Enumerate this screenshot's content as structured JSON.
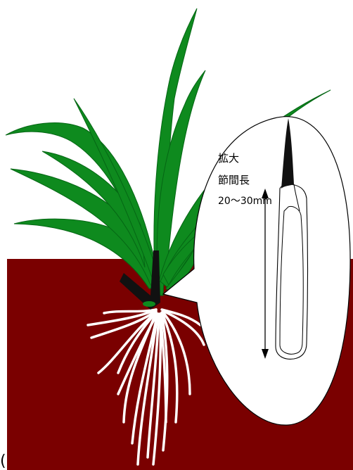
{
  "colors": {
    "soil": "#7a0000",
    "leaf": "#0e8a1e",
    "leaf_outline": "#056614",
    "root": "#ffffff",
    "node": "#111111",
    "callout_fill": "#ffffff",
    "callout_stroke": "#000000",
    "background": "#ffffff"
  },
  "callout": {
    "line1": "拡大",
    "line2": "節間長",
    "measure": "20～30mm"
  },
  "corner_mark": "(",
  "icons": {
    "length_arrow": "double-headed-arrow-icon",
    "plant": "rice-seedling-icon",
    "stem_base": "elongated-node-icon"
  }
}
